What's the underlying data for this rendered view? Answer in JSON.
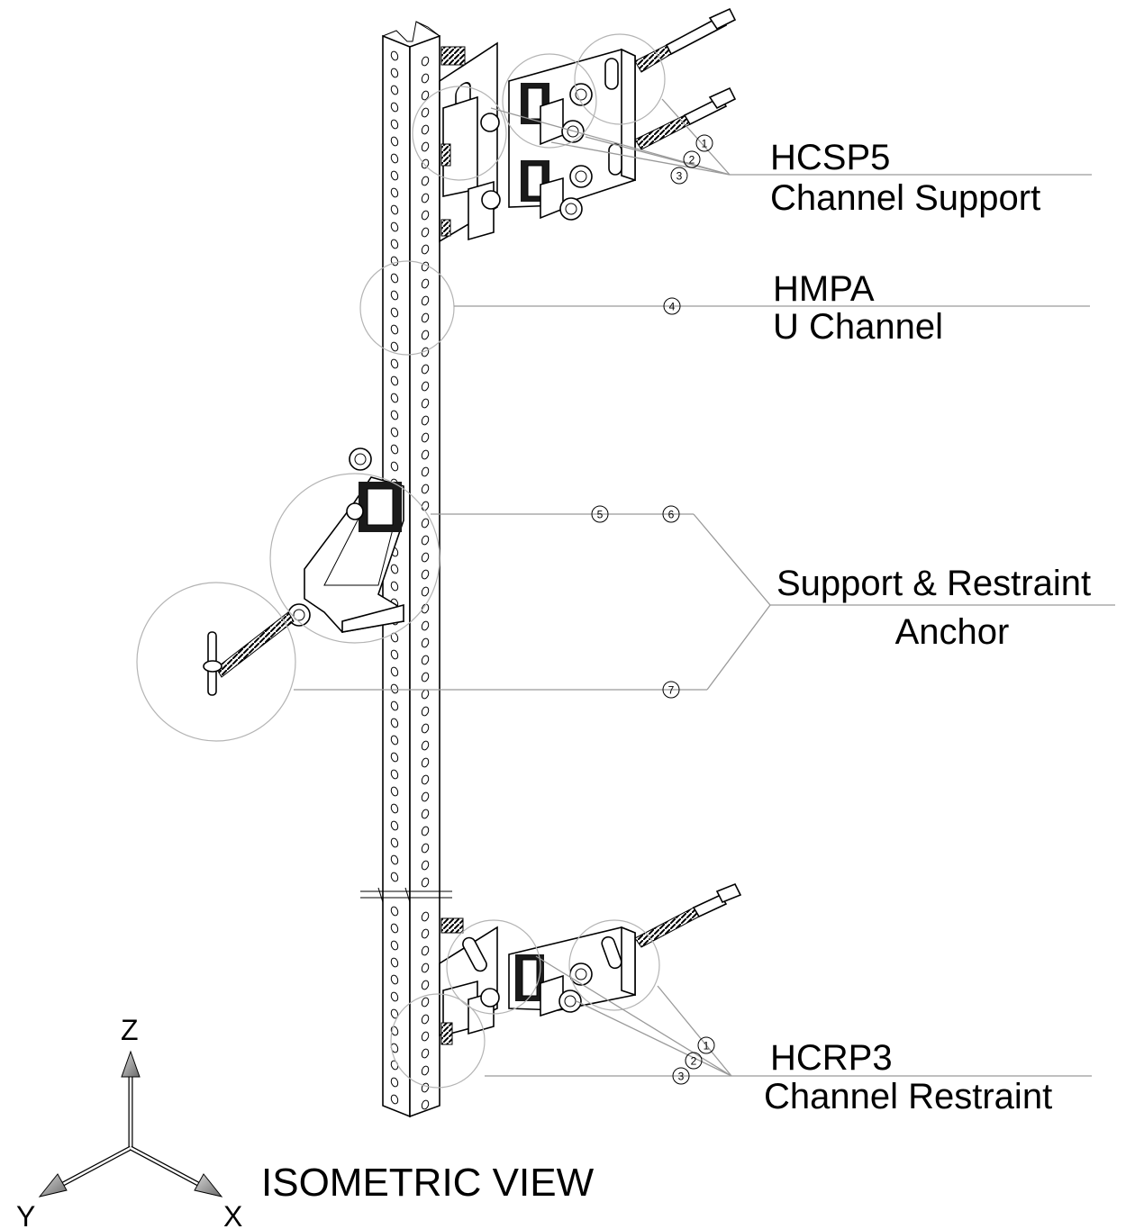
{
  "callouts": {
    "hcsp5": {
      "code": "HCSP5",
      "name": "Channel Support",
      "numbers": [
        "1",
        "2",
        "3"
      ]
    },
    "hmpa": {
      "code": "HMPA",
      "name": "U Channel",
      "numbers": [
        "4"
      ]
    },
    "support_restraint": {
      "line1": "Support & Restraint",
      "line2": "Anchor",
      "numbers": [
        "5",
        "6",
        "7"
      ]
    },
    "hcrp3": {
      "code": "HCRP3",
      "name": "Channel Restraint",
      "numbers": [
        "1",
        "2",
        "3"
      ]
    }
  },
  "view_title": "ISOMETRIC VIEW",
  "axes": {
    "z": "Z",
    "y": "Y",
    "x": "X"
  },
  "colors": {
    "ink": "#000000",
    "leader": "#9a9a9a",
    "detail_circle": "#b4b4b4",
    "background": "#ffffff"
  }
}
